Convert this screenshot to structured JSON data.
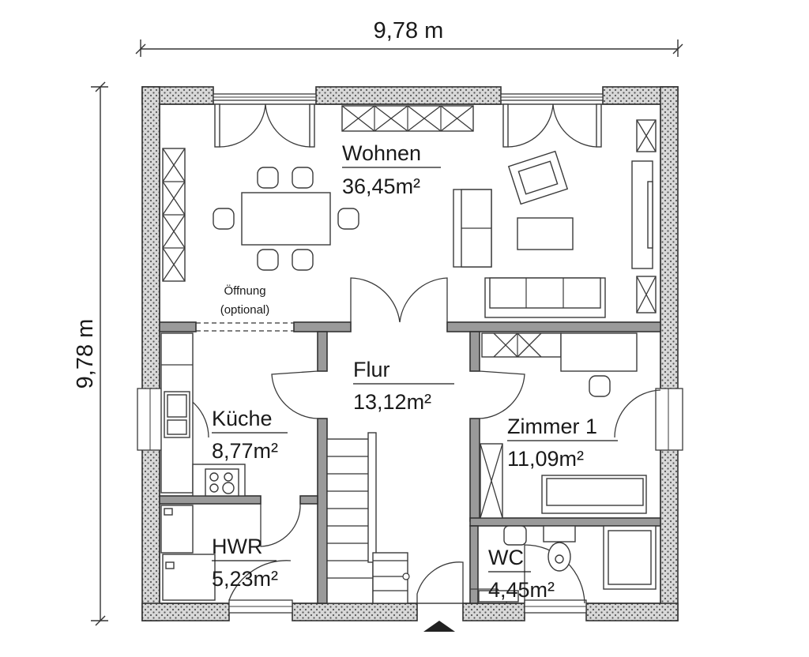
{
  "dimensions": {
    "width_label": "9,78 m",
    "height_label": "9,78 m"
  },
  "rooms": [
    {
      "key": "wohnen",
      "name": "Wohnen",
      "area": "36,45m²"
    },
    {
      "key": "flur",
      "name": "Flur",
      "area": "13,12m²"
    },
    {
      "key": "kueche",
      "name": "Küche",
      "area": "8,77m²"
    },
    {
      "key": "zimmer1",
      "name": "Zimmer 1",
      "area": "11,09m²"
    },
    {
      "key": "hwr",
      "name": "HWR",
      "area": "5,23m²"
    },
    {
      "key": "wc",
      "name": "WC",
      "area": "4,45m²"
    }
  ],
  "notes": {
    "opening_line1": "Öffnung",
    "opening_line2": "(optional)"
  },
  "colors": {
    "wall_fill": "#9a9a9a",
    "outline": "#333333",
    "background": "#ffffff"
  }
}
